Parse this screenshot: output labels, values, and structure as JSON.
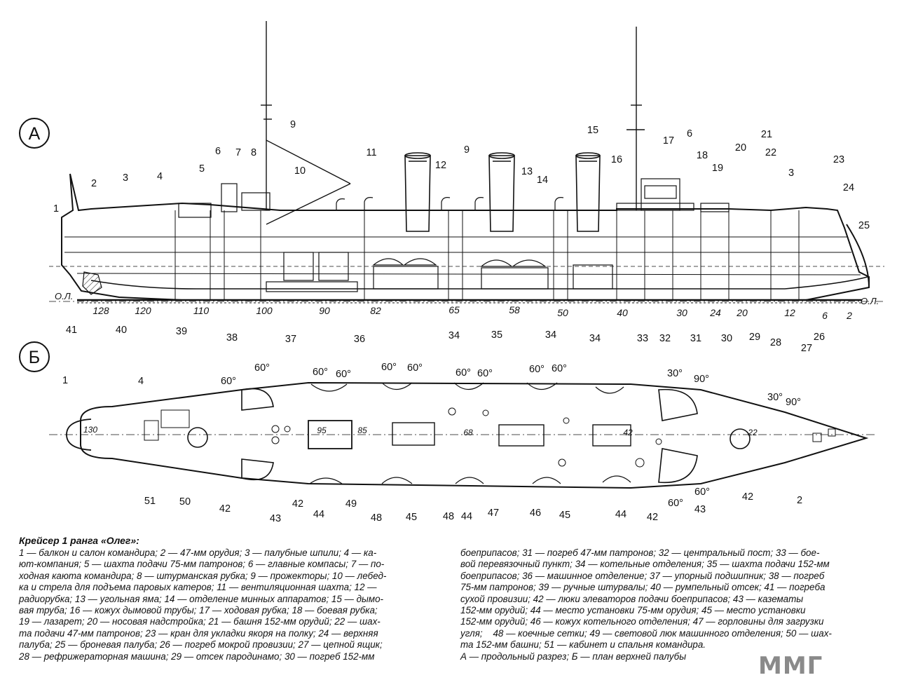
{
  "view_a": {
    "section_label": "А",
    "callouts": [
      "1",
      "2",
      "3",
      "4",
      "5",
      "6",
      "7",
      "8",
      "9",
      "10",
      "11",
      "12",
      "9",
      "13",
      "14",
      "15",
      "16",
      "17",
      "6",
      "18",
      "19",
      "20",
      "21",
      "22",
      "3",
      "23",
      "24",
      "25",
      "41",
      "40",
      "39",
      "38",
      "37",
      "36",
      "34",
      "35",
      "34",
      "34",
      "33",
      "32",
      "31",
      "30",
      "29",
      "28",
      "27",
      "26"
    ],
    "frame_numbers": [
      "128",
      "120",
      "110",
      "100",
      "90",
      "82",
      "65",
      "58",
      "50",
      "40",
      "30",
      "24",
      "20",
      "12",
      "6",
      "2"
    ],
    "baseline_label_left": "О.Л.",
    "baseline_label_right": "О.Л."
  },
  "view_b": {
    "section_label": "Б",
    "callouts": [
      "1",
      "4",
      "51",
      "50",
      "42",
      "43",
      "42",
      "49",
      "44",
      "48",
      "45",
      "48",
      "44",
      "47",
      "46",
      "45",
      "44",
      "42",
      "43",
      "42",
      "2"
    ],
    "angles": [
      "60°",
      "60°",
      "60°",
      "60°",
      "60°",
      "60°",
      "60°",
      "60°",
      "60°",
      "60°",
      "30°",
      "90°",
      "30°",
      "90°",
      "60°",
      "60°"
    ],
    "frame_numbers": [
      "130",
      "95",
      "85",
      "68",
      "42",
      "22"
    ]
  },
  "caption": {
    "title": "Крейсер 1 ранга «Олег»:",
    "left_lines": [
      "1 — балкон и салон командира; 2 — 47-мм орудия; 3 — палубные шпили; 4 — ка-",
      "ют-компания; 5 — шахта подачи 75-мм патронов; 6 — главные компасы; 7 — по-",
      "ходная каюта командира; 8 — штурманская рубка; 9 — прожекторы; 10 — лебед-",
      "ка и стрела для подъема паровых катеров; 11 — вентиляционная шахта; 12 —",
      "радиорубка; 13 — угольная яма; 14 — отделение минных аппаратов; 15 — дымо-",
      "вая труба; 16 — кожух дымовой трубы; 17 — ходовая рубка; 18 — боевая рубка;",
      "19 — лазарет; 20 — носовая надстройка; 21 — башня 152-мм орудий; 22 — шах-",
      "та подачи 47-мм патронов; 23 — кран для укладки якоря на полку; 24 — верхняя",
      "палуба; 25 — броневая палуба; 26 — погреб мокрой провизии; 27 — цепной ящик;",
      "28 — рефрижераторная машина; 29 — отсек пародинамо; 30 — погреб 152-мм"
    ],
    "right_lines": [
      "боеприпасов; 31 — погреб 47-мм патронов; 32 — центральный пост; 33 — бое-",
      "вой перевязочный пункт; 34 — котельные отделения; 35 — шахта подачи 152-мм",
      "боеприпасов; 36 — машинное отделение; 37 — упорный подшипник; 38 — погреб",
      "75-мм патронов; 39 — ручные штурвалы; 40 — румпельный отсек; 41 — погреба",
      "сухой провизии; 42 — люки элеваторов подачи боеприпасов; 43 — казематы",
      "152-мм орудий; 44 — место установки 75-мм орудия; 45 — место установки",
      "152-мм орудий; 46 — кожух котельного отделения; 47 — горловины для загрузки",
      "угля;    48 — коечные сетки; 49 — световой люк машинного отделения; 50 — шах-",
      "та 152-мм башни; 51 — кабинет и спальня командира.",
      "А — продольный разрез; Б — план верхней палубы"
    ]
  },
  "watermark": {
    "text": "ММГ"
  }
}
